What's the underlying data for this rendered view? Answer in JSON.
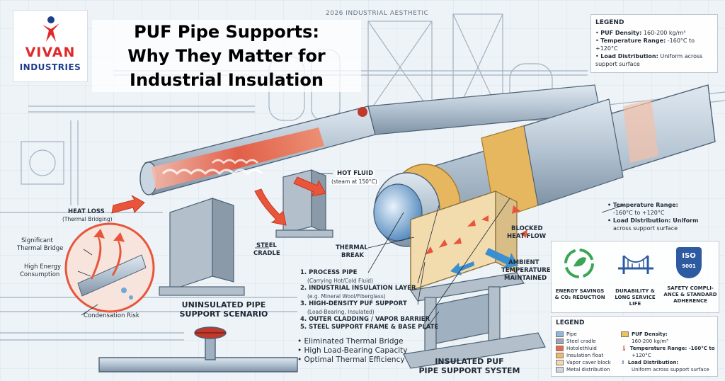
{
  "logo": {
    "name_top": "VIVAN",
    "name_bottom": "INDUSTRIES"
  },
  "title": {
    "line1": "PUF Pipe Supports:",
    "line2": "Why They Matter for",
    "line3": "Industrial Insulation"
  },
  "top_caption": "2026 INDUSTRIAL AESTHETIC",
  "legend_top": {
    "heading": "LEGEND",
    "items": [
      {
        "key": "PUF Density:",
        "value": "160-200 kg/m³"
      },
      {
        "key": "Temperature Range:",
        "value": "-160°C to +120°C"
      },
      {
        "key": "Load Distribution:",
        "value": "Uniform across support surface"
      }
    ]
  },
  "left_labels": {
    "heat_loss": "HEAT LOSS",
    "heat_loss_sub": "(Thermal Bridging)",
    "significant": "Significant",
    "thermal_bridge": "Thermal Bridge",
    "high_energy": "High Energy",
    "consumption": "Consumption",
    "condensation": "Condensation Risk",
    "steel": "STEEL",
    "cradle": "CRADLE",
    "hot_fluid": "HOT FLUID",
    "hot_fluid_sub": "(steam at 150°C)",
    "scenario_line1": "UNINSULATED PIPE",
    "scenario_line2": "SUPPORT SCENARIO"
  },
  "right_labels": {
    "thermal": "THERMAL",
    "break": "BREAK",
    "blocked": "BLOCKED",
    "heat_flow": "HEAT FLOW",
    "ambient1": "AMBIENT",
    "ambient2": "TEMPERATURE",
    "ambient3": "MAINTAINED",
    "system_line1": "INSULATED PUF",
    "system_line2": "PIPE SUPPORT SYSTEM"
  },
  "components": [
    {
      "label": "1. PROCESS PIPE",
      "sub": "(Carrying Hot/Cold Fluid)"
    },
    {
      "label": "2. INDUSTRIAL INSULATION LAYER",
      "sub": "(e.g. Mineral Wool/Fiberglass)"
    },
    {
      "label": "3. HIGH-DENSITY PUF SUPPORT",
      "sub": "(Load-Bearing, Insulated)"
    },
    {
      "label": "4. OUTER CLADDING / VAPOR BARRIER",
      "sub": ""
    },
    {
      "label": "5. STEEL SUPPORT FRAME & BASE PLATE",
      "sub": ""
    }
  ],
  "benefits": [
    "• Eliminated Thermal Bridge",
    "• High Load-Bearing Capacity",
    "• Optimal Thermal Efficiency"
  ],
  "side_notes": {
    "temp": "• Temperature Range:",
    "temp_val": "-160°C to +120°C",
    "load": "• Load Distribution: Uniform",
    "load_val": "across support surface"
  },
  "features": [
    {
      "icon": "recycle-leaf-icon",
      "line1": "ENERGY SAVINGS",
      "line2": "& CO₂ REDUCTION"
    },
    {
      "icon": "bridge-icon",
      "line1": "DURABILITY &",
      "line2": "LONG SERVICE LIFE"
    },
    {
      "icon": "iso-shield-icon",
      "badge": "ISO",
      "badge_num": "9001",
      "line1": "SAFETY COMPLI-",
      "line2": "ANCE & STANDARD",
      "line3": "ADHERENCE"
    }
  ],
  "legend_bottom": {
    "heading": "LEGEND",
    "left": [
      {
        "label": "Pipe",
        "color": "#8fb8e0"
      },
      {
        "label": "Steel cradle",
        "color": "#9aa7b3"
      },
      {
        "label": "Hotolethluid",
        "color": "#e36a4b"
      },
      {
        "label": "Insulation float",
        "color": "#f0b76a"
      },
      {
        "label": "Vapor caver block",
        "color": "#f3d9a8"
      },
      {
        "label": "Metal distribution",
        "color": "#c9d6e3"
      }
    ],
    "right": [
      {
        "label": "PUF Density:",
        "value": "160-200 kg/m³",
        "color": "#f0c25a"
      },
      {
        "label": "Temperature Range: -160°C to",
        "value": "+120°C",
        "icon": "thermometer-icon"
      },
      {
        "label": "Load Distribution:",
        "value": "Uniform across support surface",
        "icon": "arrows-icon"
      }
    ]
  },
  "colors": {
    "hot": "#e8553a",
    "pipe": "#b9c8d6",
    "puf": "#f2dcae",
    "insul": "#e8b860",
    "cold": "#3a8fd0"
  }
}
